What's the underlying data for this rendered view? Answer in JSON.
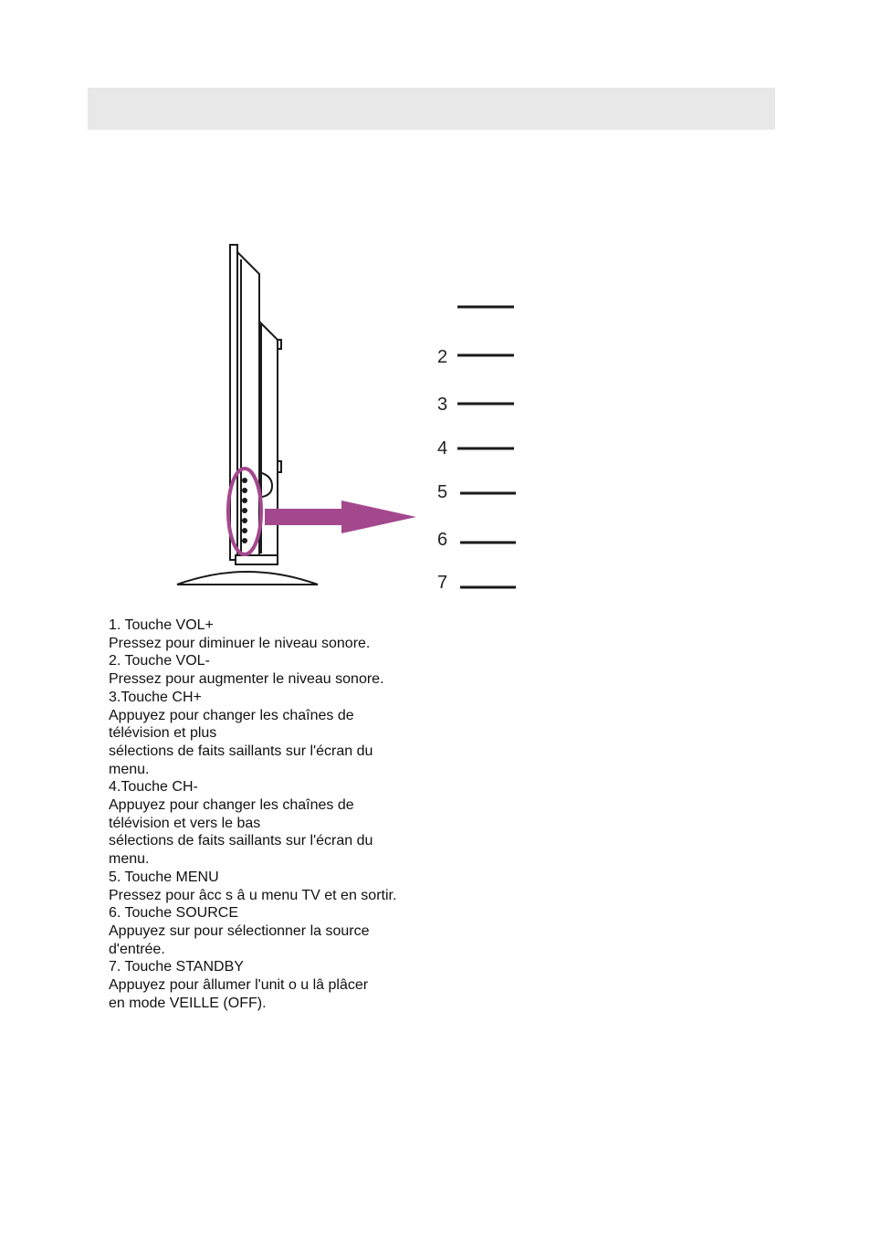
{
  "header": {
    "title": ""
  },
  "callouts": [
    {
      "number": "",
      "target": "VOL+"
    },
    {
      "number": "2",
      "target": "VOL-"
    },
    {
      "number": "3",
      "target": "CH+"
    },
    {
      "number": "4",
      "target": "CH-"
    },
    {
      "number": "5",
      "target": "MENU"
    },
    {
      "number": "6",
      "target": "SOURCE"
    },
    {
      "number": "7",
      "target": "STANDBY"
    }
  ],
  "colors": {
    "highlight": "#a4488e",
    "header_band": "#e8e8e8",
    "line": "#1a1a1a"
  },
  "description_lines": [
    "1. Touche VOL+",
    "Pressez pour diminuer le niveau sonore.",
    "2. Touche  VOL-",
    "Pressez pour augmenter le niveau sonore.",
    "3.Touche CH+",
    "Appuyez pour changer les chaînes de",
    "télévision et plus",
    "sélections de faits saillants sur l'écran du",
    "menu.",
    "4.Touche CH-",
    "Appuyez pour changer les chaînes de",
    "télévision et vers le bas",
    "sélections de faits saillants sur l'écran du",
    "menu.",
    "5. Touche MENU",
    "Pressez pour âcc s â u menu TV et en sortir.",
    "6. Touche SOURCE",
    "Appuyez sur pour sélectionner la source",
    "d'entrée.",
    "7. Touche STANDBY",
    "Appuyez pour âllumer l'unit o u lâ plâcer",
    "en mode VEILLE (OFF)."
  ]
}
